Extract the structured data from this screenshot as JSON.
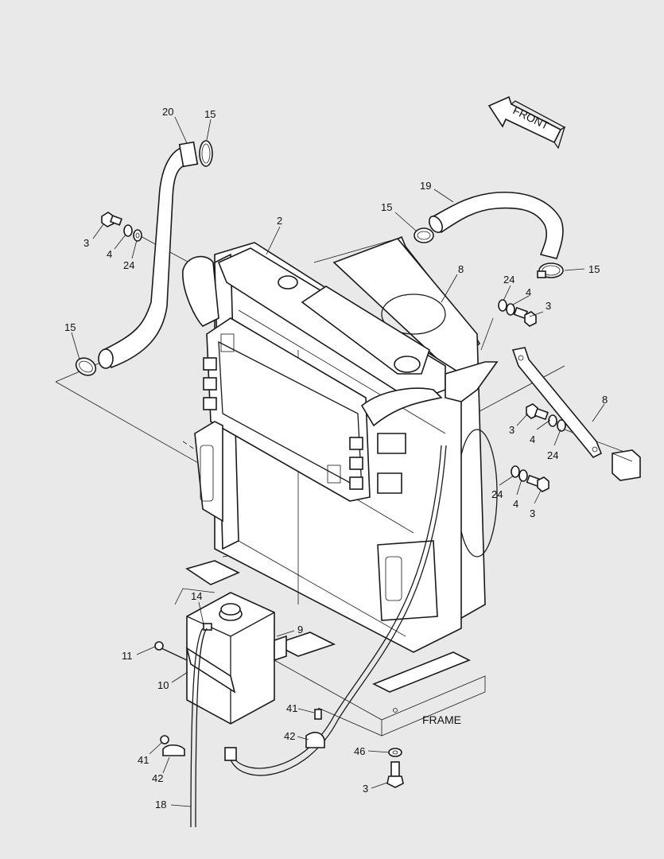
{
  "callouts": {
    "c20": "20",
    "c15a": "15",
    "c3a": "3",
    "c4a": "4",
    "c24a": "24",
    "c2": "2",
    "c15b": "15",
    "c19": "19",
    "c15c": "15",
    "c15d": "15",
    "c8a": "8",
    "c24b": "24",
    "c4b": "4",
    "c3b": "3",
    "c8b": "8",
    "c3c": "3",
    "c4c": "4",
    "c24c": "24",
    "c24d": "24",
    "c4d": "4",
    "c3d": "3",
    "c14": "14",
    "c9": "9",
    "c11": "11",
    "c10": "10",
    "c41a": "41",
    "c42a": "42",
    "c41b": "41",
    "c42b": "42",
    "c46": "46",
    "c3e": "3",
    "c18": "18"
  },
  "labels": {
    "front": "FRONT",
    "frame": "FRAME"
  },
  "colors": {
    "background": "#e9e9e9",
    "line": "#1a1a1a",
    "part_fill": "#ffffff"
  }
}
